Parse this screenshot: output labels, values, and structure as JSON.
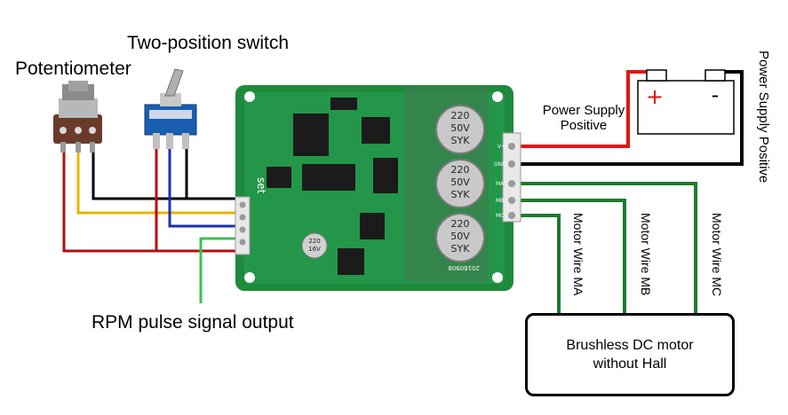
{
  "labels": {
    "potentiometer": "Potentiometer",
    "switch": "Two-position switch",
    "rpm_output": "RPM pulse signal output",
    "psu_positive_line1": "Power Supply",
    "psu_positive_line2": "Positive",
    "psu_positive_vertical": "Power Supply Positive",
    "motor_wire_ma": "Motor Wire MA",
    "motor_wire_mb": "Motor Wire MB",
    "motor_wire_mc": "Motor Wire MC",
    "motor_line1": "Brushless DC motor",
    "motor_line2": "without Hall"
  },
  "battery": {
    "plus": "+",
    "minus": "-"
  },
  "board": {
    "cap_line1": "220",
    "cap_line2": "50V",
    "cap_line3": "SYK",
    "small_cap_line1": "220",
    "small_cap_line2": "16V",
    "silk_set": "set",
    "silk_date": "20160908",
    "pin_labels": [
      "V+",
      "GND",
      "MA",
      "MB",
      "MC"
    ]
  },
  "colors": {
    "red_wire": "#b01010",
    "black_wire": "#000000",
    "yellow_wire": "#e8b400",
    "blue_wire": "#1a2fb0",
    "green_wire": "#1e7a2e",
    "light_green_wire": "#3fbf4f",
    "pcb": "#1e8a3c"
  }
}
